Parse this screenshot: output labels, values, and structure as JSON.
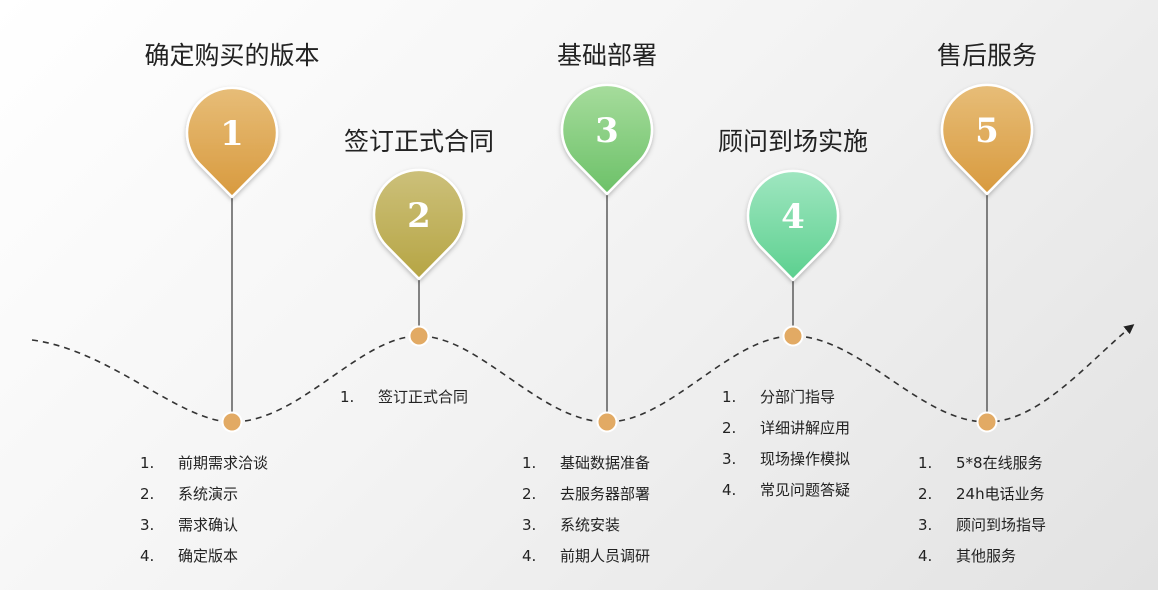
{
  "steps": [
    {
      "number": "1",
      "title": "确定购买的版本",
      "items": [
        "前期需求洽谈",
        "系统演示",
        "需求确认",
        "确定版本"
      ],
      "color_top": "#e7bd78",
      "color_bottom": "#d89a3e"
    },
    {
      "number": "2",
      "title": "签订正式合同",
      "items": [
        "签订正式合同"
      ],
      "color_top": "#ccc07a",
      "color_bottom": "#b6a544"
    },
    {
      "number": "3",
      "title": "基础部署",
      "items": [
        "基础数据准备",
        "去服务器部署",
        "系统安装",
        "前期人员调研"
      ],
      "color_top": "#a6dc9c",
      "color_bottom": "#6cc168"
    },
    {
      "number": "4",
      "title": "顾问到场实施",
      "items": [
        "分部门指导",
        "详细讲解应用",
        "现场操作模拟",
        "常见问题答疑"
      ],
      "color_top": "#9fe6c0",
      "color_bottom": "#5cd08f"
    },
    {
      "number": "5",
      "title": "售后服务",
      "items": [
        "5*8在线服务",
        "24h电话业务",
        "顾问到场指导",
        "其他服务"
      ],
      "color_top": "#e7bd78",
      "color_bottom": "#d89a3e"
    }
  ],
  "list_numbers": [
    "1.",
    "2.",
    "3.",
    "4."
  ],
  "colors": {
    "node": "#e2aa64",
    "wave": "#333333",
    "stem": "#444444"
  }
}
